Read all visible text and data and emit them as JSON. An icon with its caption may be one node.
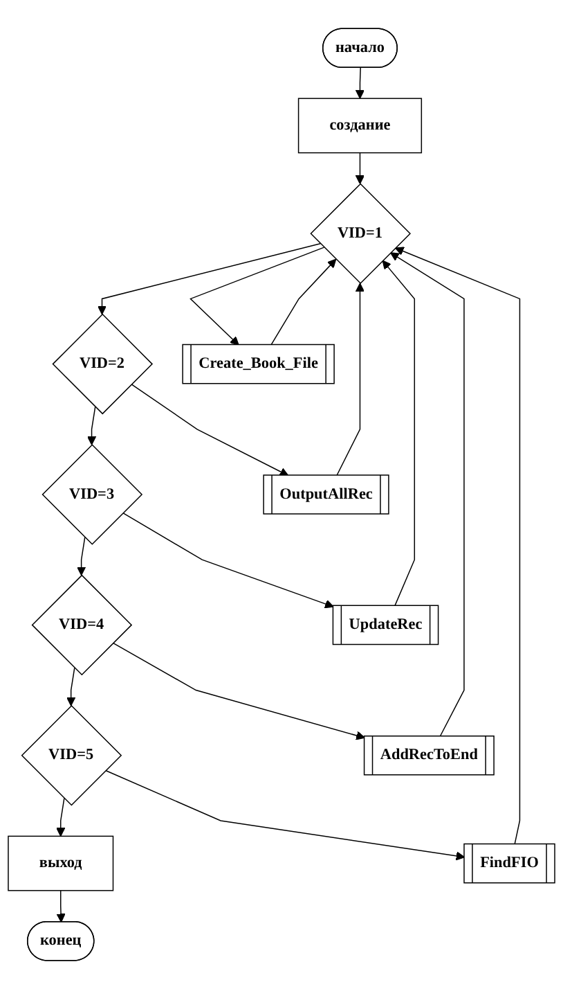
{
  "diagram": {
    "nodes": [
      {
        "text": [
          "начало"
        ]
      },
      {
        "text": [
          "создание"
        ]
      },
      {
        "text": [
          "VID=1"
        ]
      },
      {
        "text": [
          "Create_Book_File"
        ]
      },
      {
        "text": [
          "VID=2"
        ]
      },
      {
        "text": [
          "OutputAllRec"
        ]
      },
      {
        "text": [
          "VID=3"
        ]
      },
      {
        "text": [
          "UpdateRec"
        ]
      },
      {
        "text": [
          "VID=4"
        ]
      },
      {
        "text": [
          "AddRecToEnd"
        ]
      },
      {
        "text": [
          "VID=5"
        ]
      },
      {
        "text": [
          "FindFIO"
        ]
      },
      {
        "text": [
          "выход"
        ]
      },
      {
        "text": [
          "конец"
        ]
      }
    ],
    "edges": [
      {
        "from": 0,
        "to": 1,
        "arrow": "to"
      },
      {
        "from": 1,
        "to": 2,
        "arrow": "to"
      },
      {
        "from": 2,
        "to": 4,
        "arrow": "to"
      },
      {
        "from": 4,
        "to": 6,
        "arrow": "to"
      },
      {
        "from": 6,
        "to": 8,
        "arrow": "to"
      },
      {
        "from": 8,
        "to": 10,
        "arrow": "to"
      },
      {
        "from": 10,
        "to": 12,
        "arrow": "to"
      },
      {
        "from": 12,
        "to": 13,
        "arrow": "to"
      },
      {
        "from": 2,
        "to": 3,
        "arrow": "to"
      },
      {
        "from": 4,
        "to": 5,
        "arrow": "to"
      },
      {
        "from": 6,
        "to": 7,
        "arrow": "to"
      },
      {
        "from": 8,
        "to": 9,
        "arrow": "to"
      },
      {
        "from": 10,
        "to": 11,
        "arrow": "to"
      },
      {
        "from": 3,
        "to": 2,
        "arrow": "to"
      },
      {
        "from": 5,
        "to": 2,
        "arrow": "to"
      },
      {
        "from": 7,
        "to": 2,
        "arrow": "to"
      },
      {
        "from": 9,
        "to": 2,
        "arrow": "to"
      },
      {
        "from": 11,
        "to": 2,
        "arrow": "to"
      }
    ]
  }
}
